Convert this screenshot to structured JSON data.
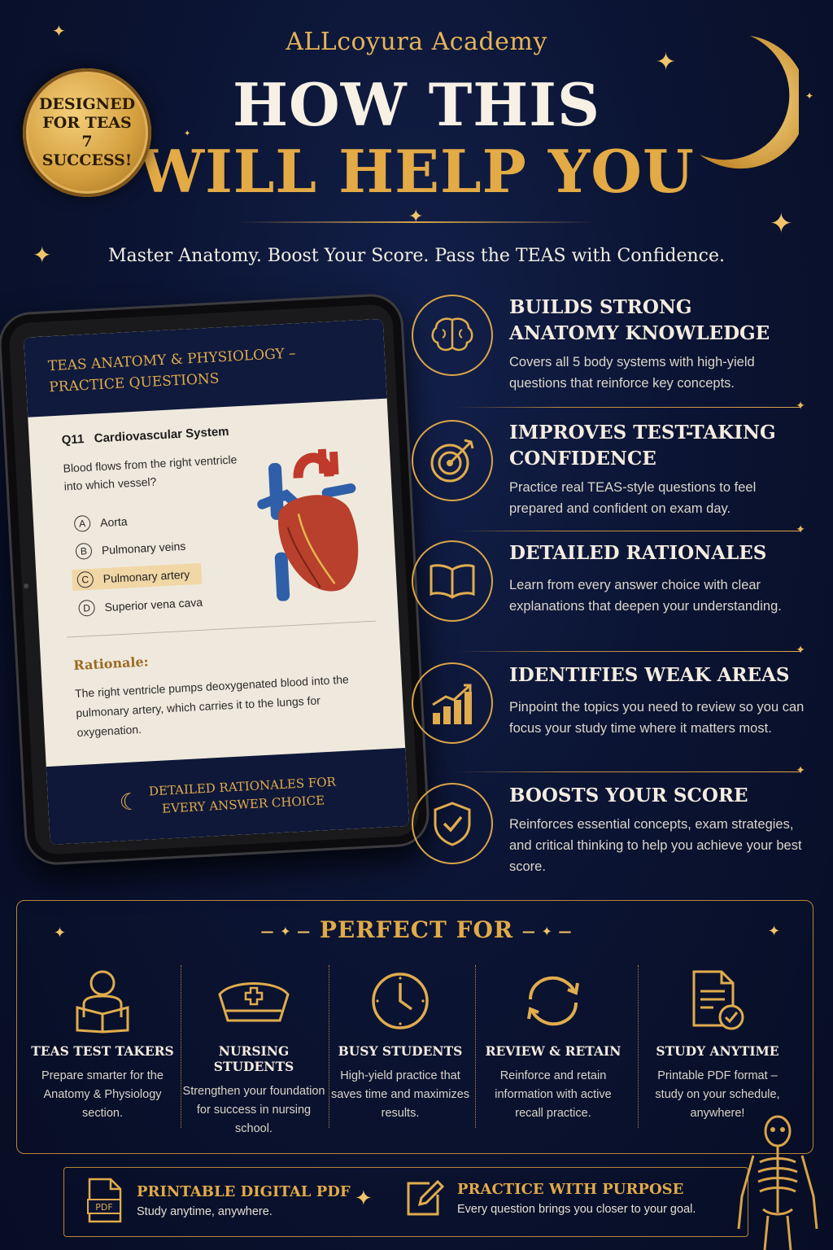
{
  "header": {
    "brand": "ALLcoyura Academy",
    "title_line1": "HOW THIS",
    "title_line2": "WILL HELP YOU",
    "subtitle": "Master Anatomy. Boost Your Score. Pass the TEAS with Confidence.",
    "seal_text": "DESIGNED FOR TEAS 7 SUCCESS!"
  },
  "tablet": {
    "header_line1": "TEAS ANATOMY & PHYSIOLOGY –",
    "header_line2": "PRACTICE QUESTIONS",
    "question_number": "Q11",
    "question_topic": "Cardiovascular System",
    "question_text": "Blood flows from the right ventricle into which vessel?",
    "options": [
      {
        "letter": "A",
        "text": "Aorta"
      },
      {
        "letter": "B",
        "text": "Pulmonary veins"
      },
      {
        "letter": "C",
        "text": "Pulmonary artery"
      },
      {
        "letter": "D",
        "text": "Superior vena cava"
      }
    ],
    "rationale_label": "Rationale:",
    "rationale_text": "The right ventricle pumps deoxygenated blood into the pulmonary artery, which carries it to the lungs for oxygenation.",
    "footer_line1": "DETAILED RATIONALES FOR",
    "footer_line2": "EVERY ANSWER CHOICE"
  },
  "benefits": [
    {
      "icon": "brain-icon",
      "title_line1": "BUILDS STRONG",
      "title_line2": "ANATOMY KNOWLEDGE",
      "desc": "Covers all 5 body systems with high-yield questions that reinforce key concepts."
    },
    {
      "icon": "target-icon",
      "title_line1": "IMPROVES TEST-TAKING",
      "title_line2": "CONFIDENCE",
      "desc": "Practice real TEAS-style questions to feel prepared and confident on exam day."
    },
    {
      "icon": "book-icon",
      "title_line1": "DETAILED RATIONALES",
      "title_line2": "",
      "desc": "Learn from every answer choice with clear explanations that deepen your understanding."
    },
    {
      "icon": "bar-chart-icon",
      "title_line1": "IDENTIFIES WEAK AREAS",
      "title_line2": "",
      "desc": "Pinpoint the topics you need to review so you can focus your study time where it matters most."
    },
    {
      "icon": "shield-check-icon",
      "title_line1": "BOOSTS YOUR SCORE",
      "title_line2": "",
      "desc": "Reinforces essential concepts, exam strategies, and critical thinking to help you achieve your best score."
    }
  ],
  "perfect_for": {
    "title": "PERFECT FOR",
    "items": [
      {
        "icon": "reader-icon",
        "name": "TEAS TEST TAKERS",
        "desc": "Prepare smarter for the Anatomy & Physiology section."
      },
      {
        "icon": "nurse-cap-icon",
        "name": "NURSING STUDENTS",
        "desc": "Strengthen your foundation for success in nursing school."
      },
      {
        "icon": "clock-icon",
        "name": "BUSY STUDENTS",
        "desc": "High-yield practice that saves time and maximizes results."
      },
      {
        "icon": "refresh-icon",
        "name": "REVIEW & RETAIN",
        "desc": "Reinforce and retain information with active recall practice."
      },
      {
        "icon": "document-check-icon",
        "name": "STUDY ANYTIME",
        "desc": "Printable PDF format – study on your schedule, anywhere!"
      }
    ]
  },
  "bottom": {
    "pdf_title": "PRINTABLE DIGITAL PDF",
    "pdf_desc": "Study anytime, anywhere.",
    "pdf_icon_label": "PDF",
    "purpose_title": "PRACTICE WITH PURPOSE",
    "purpose_desc": "Every question brings you closer to your goal."
  },
  "colors": {
    "gold": "#e0ac4d",
    "navy": "#0b1433",
    "cream": "#efe9dd"
  }
}
